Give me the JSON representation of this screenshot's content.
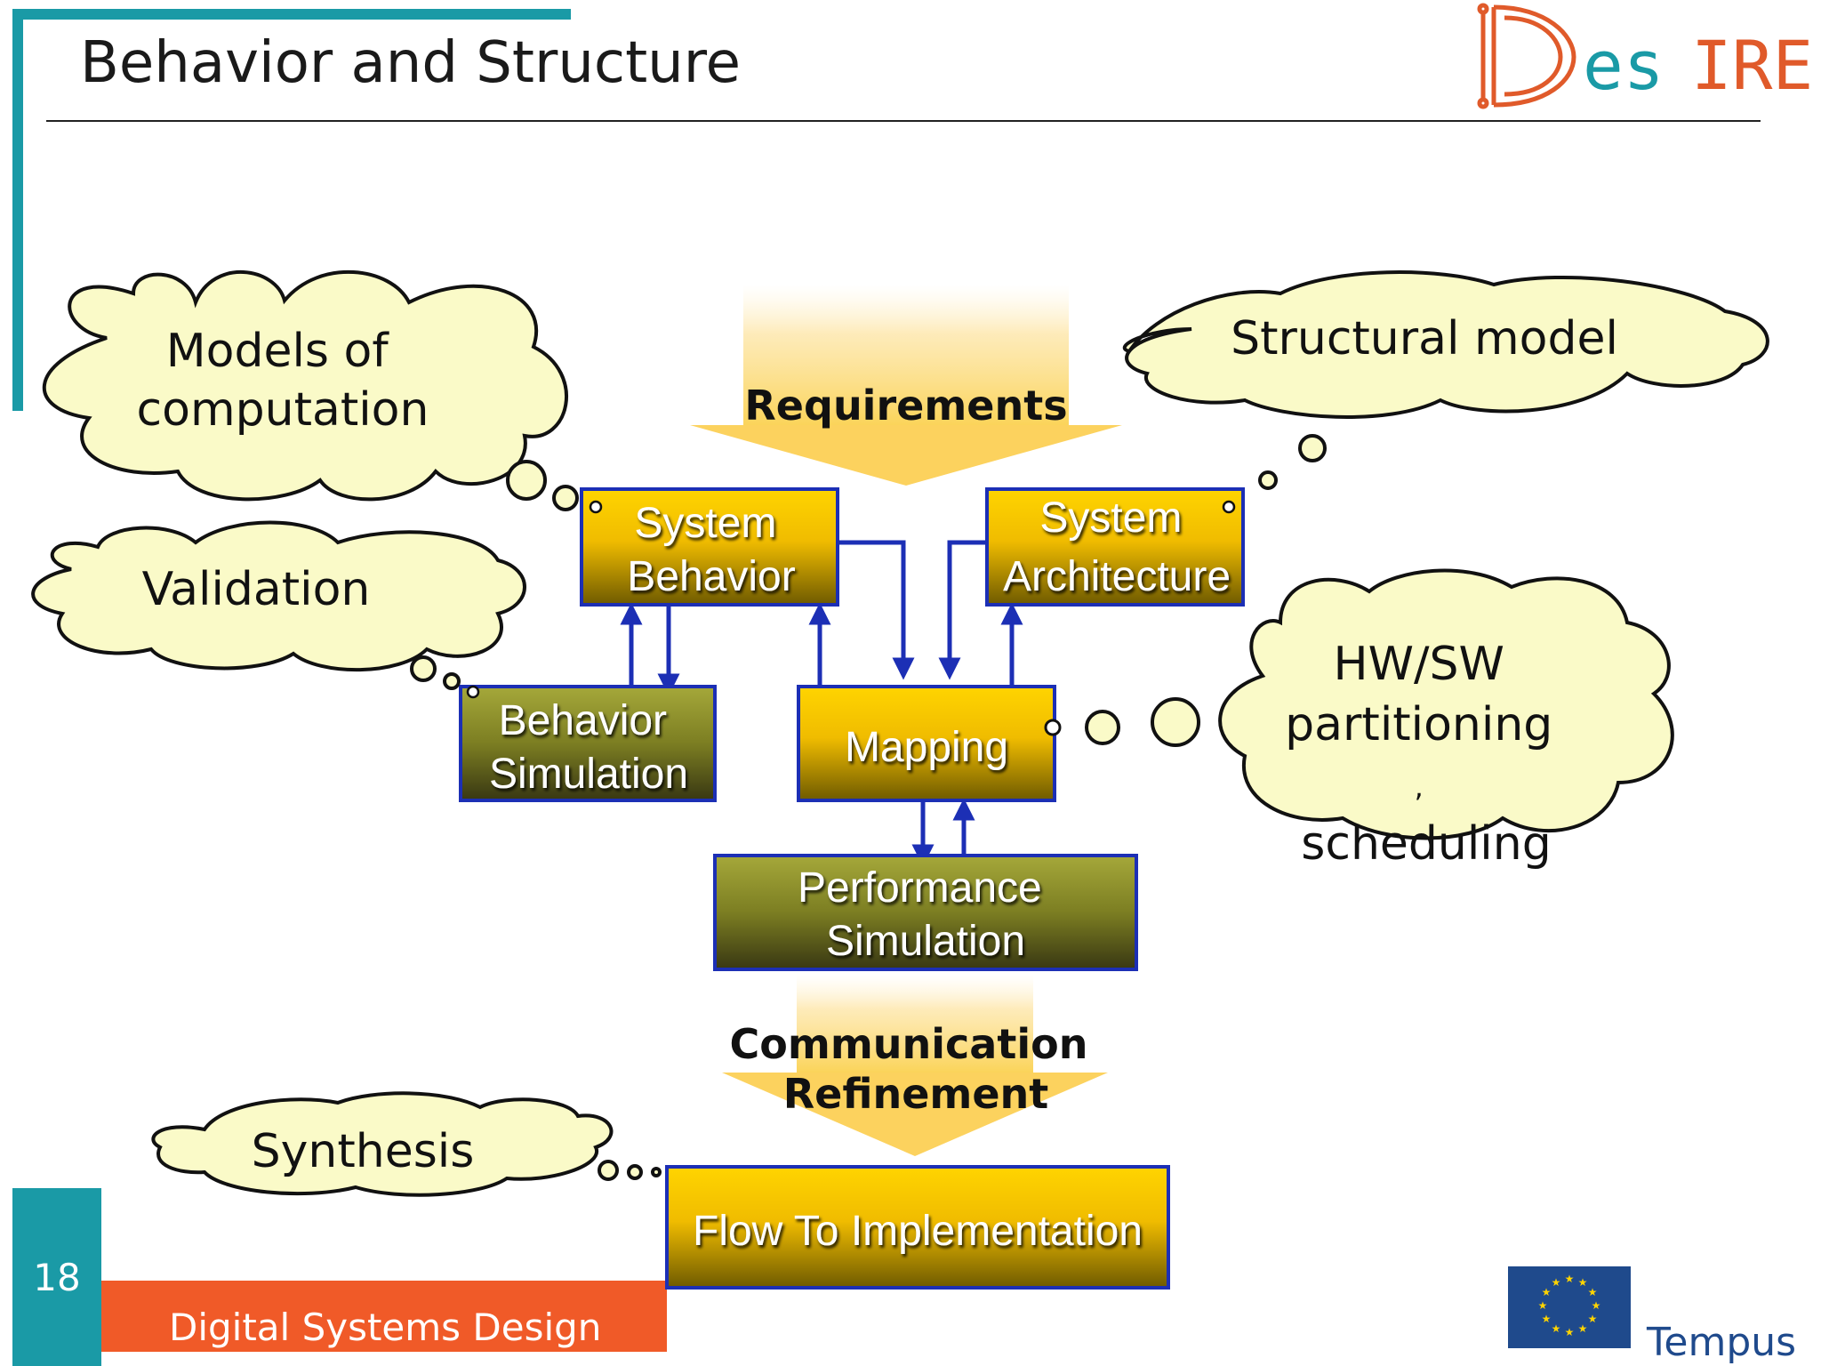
{
  "slide": {
    "title": "Behavior and Structure",
    "slide_number": "18",
    "footer_text": "Digital Systems Design"
  },
  "logos": {
    "desire_text": "DesIRE",
    "tempus_text": "Tempus"
  },
  "colors": {
    "teal_accent": "#1a9aa6",
    "orange_footer": "#f05a28",
    "cloud_fill": "#fafac8",
    "box_gold": "#f5c200",
    "box_olive": "#9aa030",
    "box_border": "#1c2fb5",
    "arrow_blue": "#1c2fb5",
    "big_arrow": "#fcd96a"
  },
  "diagram": {
    "flows": [
      {
        "id": "requirements",
        "lines": [
          "Requirements"
        ]
      },
      {
        "id": "communication",
        "lines": [
          "Communication",
          "Refinement"
        ]
      }
    ],
    "boxes": [
      {
        "id": "system-behavior",
        "lines": [
          "System",
          "Behavior"
        ],
        "style": "gold"
      },
      {
        "id": "system-architecture",
        "lines": [
          "System",
          "Architecture"
        ],
        "style": "gold"
      },
      {
        "id": "behavior-simulation",
        "lines": [
          "Behavior",
          "Simulation"
        ],
        "style": "olive"
      },
      {
        "id": "mapping",
        "lines": [
          "Mapping"
        ],
        "style": "gold"
      },
      {
        "id": "performance-simulation",
        "lines": [
          "Performance",
          "Simulation"
        ],
        "style": "olive"
      },
      {
        "id": "flow-to-implementation",
        "lines": [
          "Flow To Implementation"
        ],
        "style": "gold"
      }
    ],
    "clouds": [
      {
        "id": "models-of-computation",
        "lines": [
          "Models of",
          "computation"
        ]
      },
      {
        "id": "validation",
        "lines": [
          "Validation"
        ]
      },
      {
        "id": "structural-model",
        "lines": [
          "Structural model"
        ]
      },
      {
        "id": "hw-sw-partitioning",
        "lines": [
          "HW/SW",
          "partitioning",
          ",",
          "scheduling"
        ]
      },
      {
        "id": "synthesis",
        "lines": [
          "Synthesis"
        ]
      }
    ]
  }
}
